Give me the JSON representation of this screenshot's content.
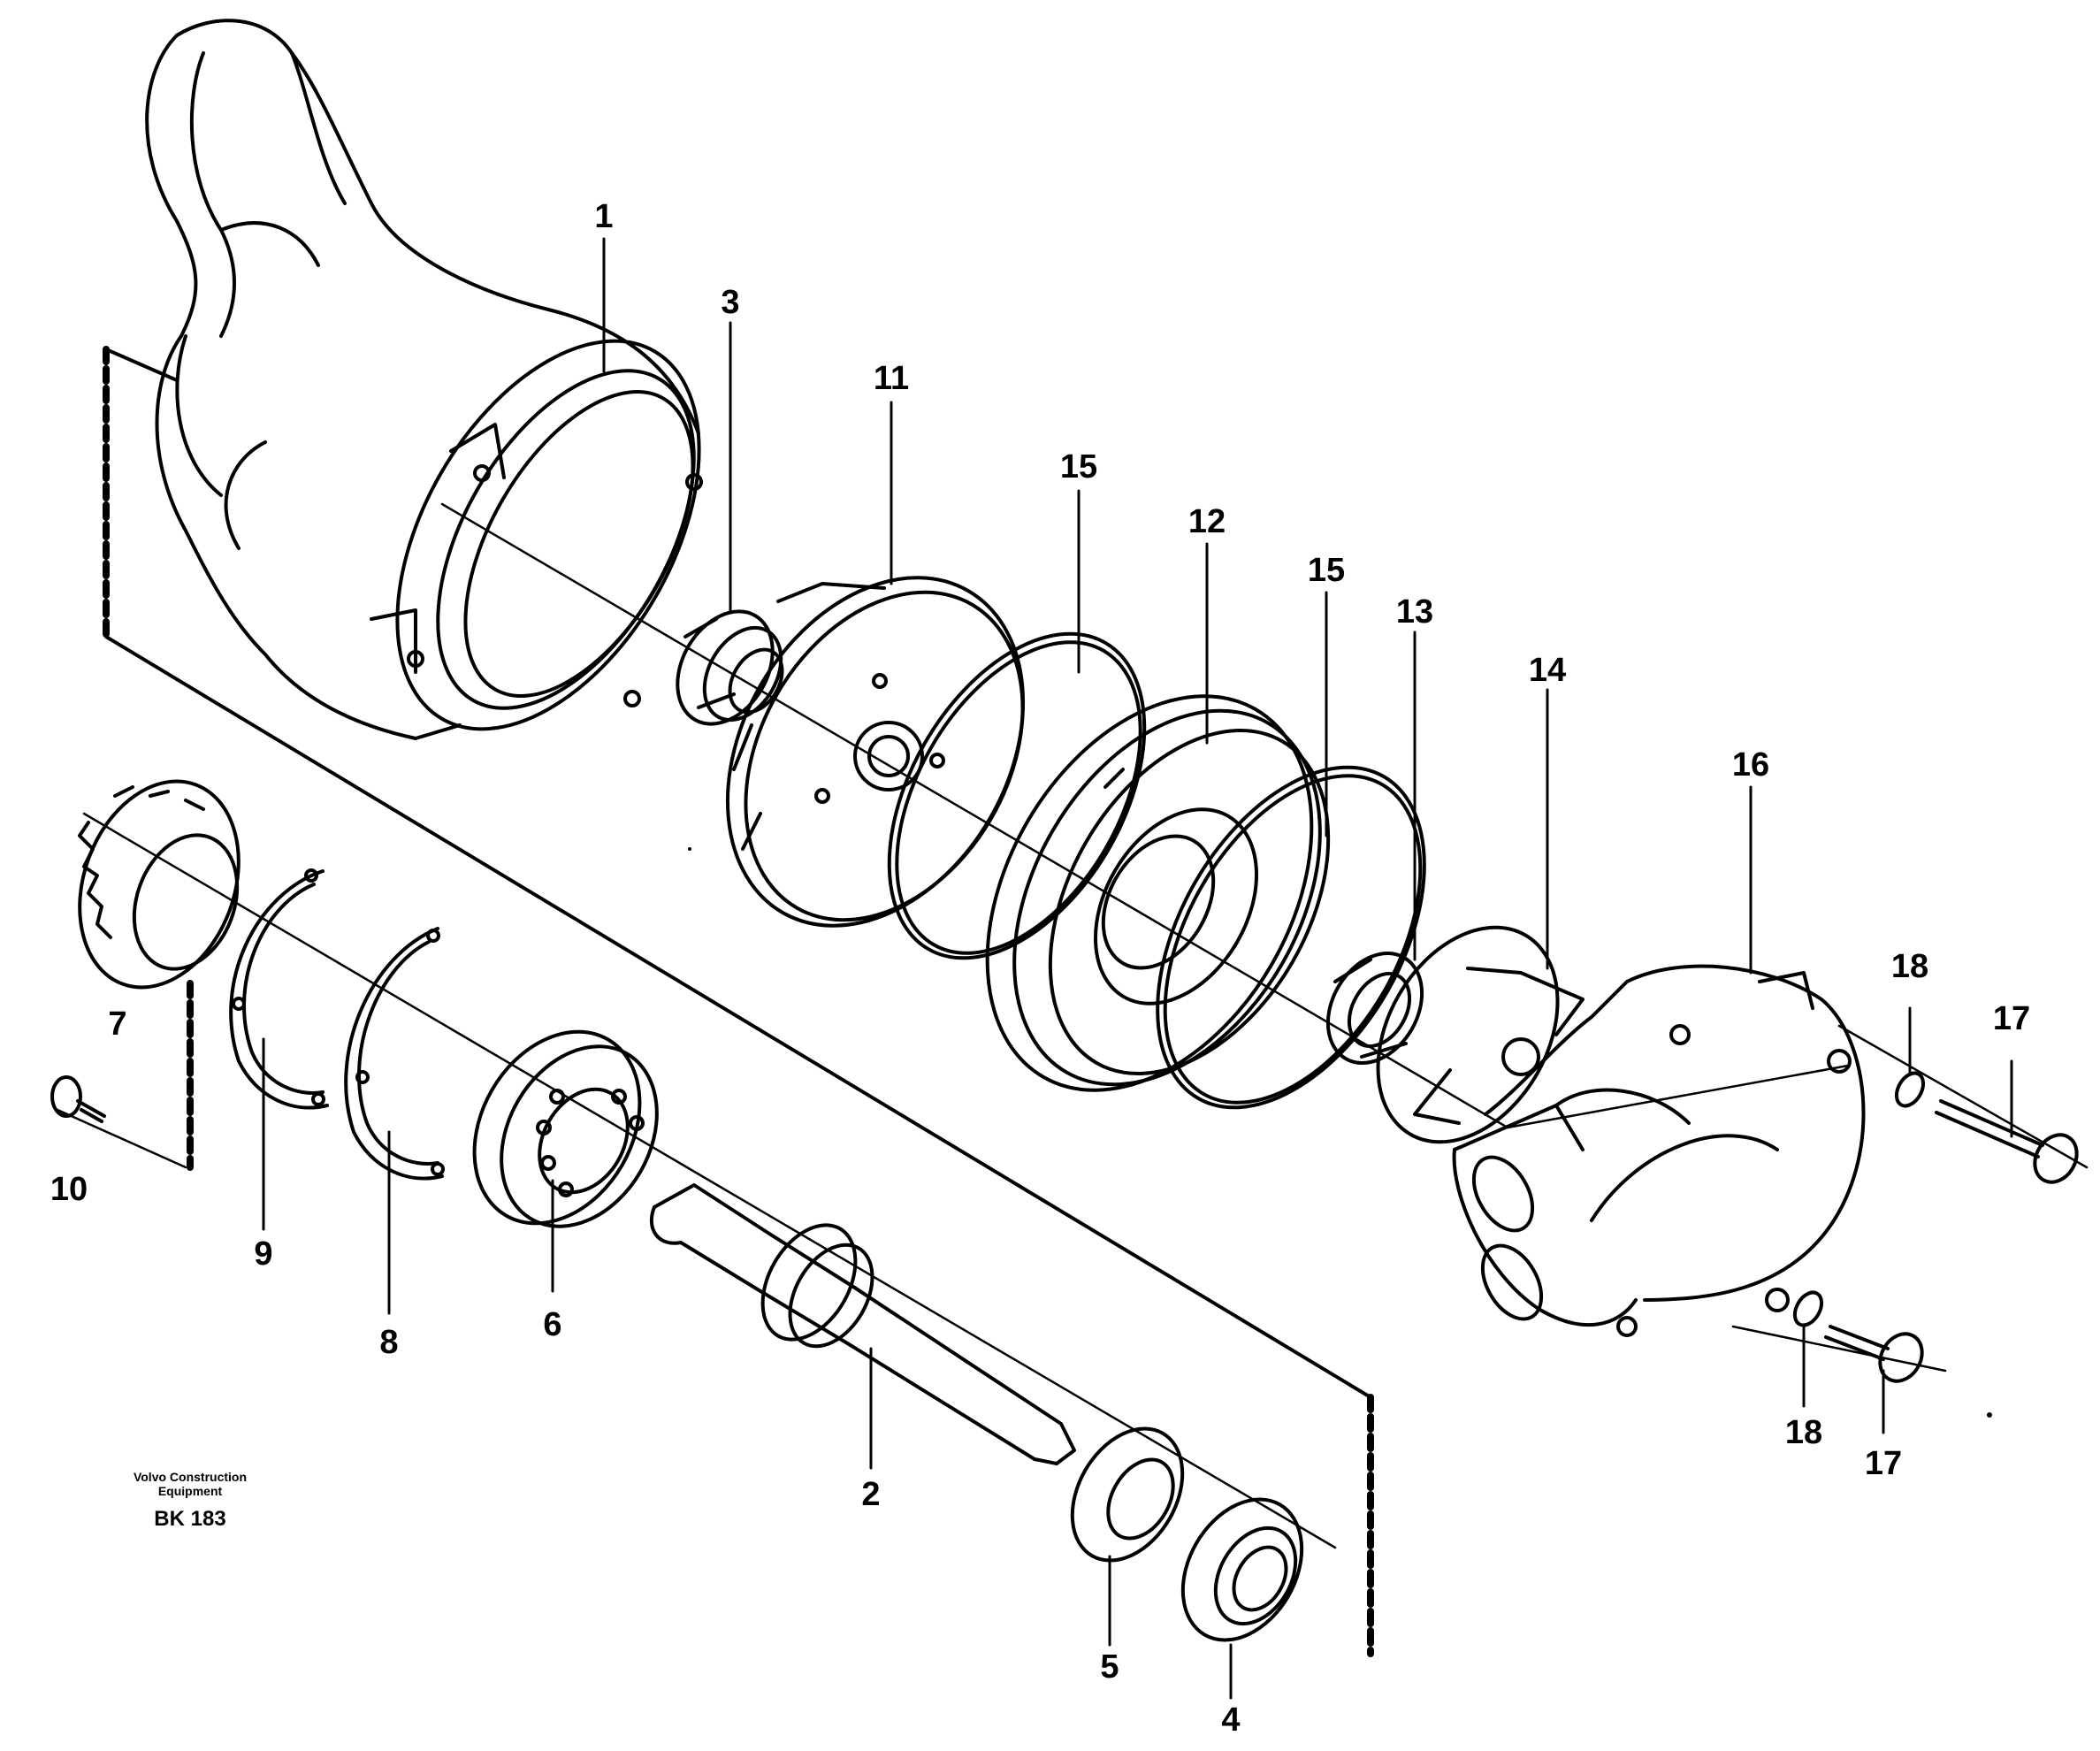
{
  "callouts": [
    "1",
    "2",
    "3",
    "4",
    "5",
    "6",
    "7",
    "8",
    "9",
    "10",
    "11",
    "12",
    "13",
    "14",
    "15",
    "15",
    "16",
    "17",
    "17",
    "18",
    "18"
  ],
  "brand": {
    "line1": "Volvo Construction",
    "line2": "Equipment",
    "code": "BK 183"
  },
  "colors": {
    "ink": "#000000",
    "paper": "#ffffff"
  }
}
